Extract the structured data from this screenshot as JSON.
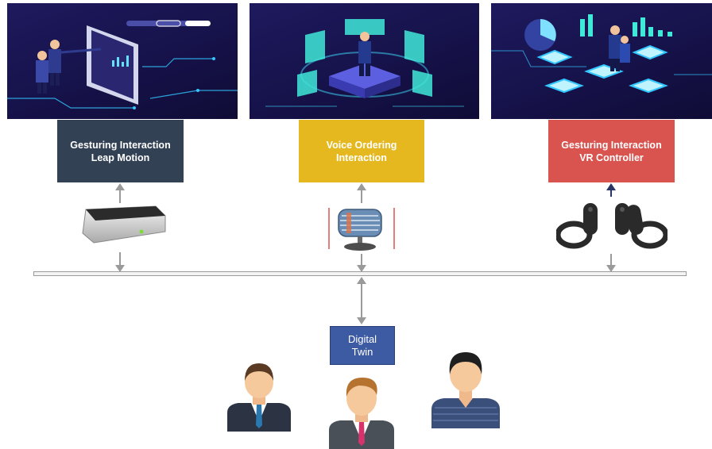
{
  "panels": [
    {
      "name": "gesture-leap-panel",
      "label_line1": "Gesturing Interaction",
      "label_line2": "Leap Motion",
      "label_color": "#334155"
    },
    {
      "name": "voice-panel",
      "label_line1": "Voice Ordering",
      "label_line2": "Interaction",
      "label_color": "#e6b820"
    },
    {
      "name": "gesture-vr-panel",
      "label_line1": "Gesturing Interaction",
      "label_line2": "VR Controller",
      "label_color": "#d9534f"
    }
  ],
  "devices": [
    "leap-motion-sensor-icon",
    "microphone-icon",
    "vr-controllers-icon"
  ],
  "digital_twin": {
    "line1": "Digital",
    "line2": "Twin",
    "color": "#3d5ba3"
  },
  "users": [
    "user-avatar-icon",
    "user-avatar-icon",
    "user-avatar-icon"
  ]
}
